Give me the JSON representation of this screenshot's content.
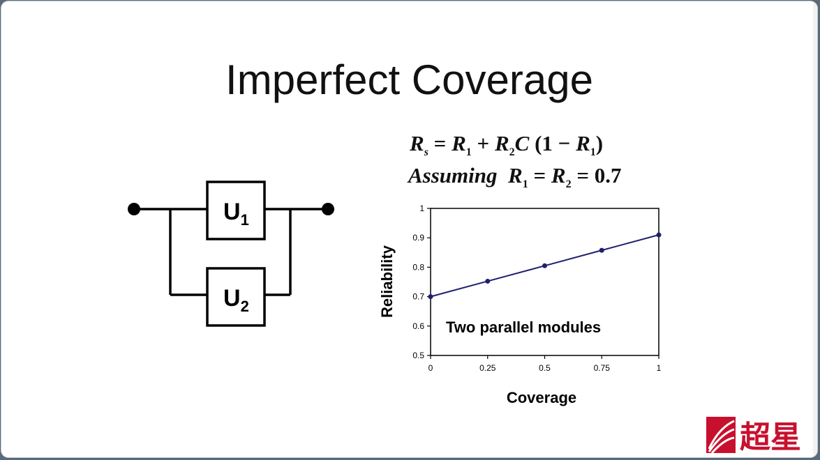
{
  "slide": {
    "title": "Imperfect Coverage"
  },
  "formula": {
    "line1": [
      "R",
      "s",
      " = ",
      "R",
      "1",
      " + ",
      "R",
      "2",
      "C",
      " (1 − ",
      "R",
      "1",
      ")"
    ],
    "line2": [
      "Assuming",
      "R",
      "1",
      " = ",
      "R",
      "2",
      " = 0.7"
    ]
  },
  "circuit": {
    "module1": "U",
    "module1_sub": "1",
    "module2": "U",
    "module2_sub": "2"
  },
  "colors": {
    "line": "#1f1f6e",
    "point": "#1f1f6e",
    "frame": "#000000"
  },
  "chart_data": {
    "type": "line",
    "x": [
      0,
      0.25,
      0.5,
      0.75,
      1
    ],
    "series": [
      {
        "values": [
          0.7,
          0.7525,
          0.805,
          0.8575,
          0.91
        ]
      }
    ],
    "xlabel": "Coverage",
    "ylabel": "Reliability",
    "xlim": [
      0,
      1
    ],
    "ylim": [
      0.5,
      1
    ],
    "xticks": [
      "0",
      "0.25",
      "0.5",
      "0.75",
      "1"
    ],
    "yticks": [
      "0.5",
      "0.6",
      "0.7",
      "0.8",
      "0.9",
      "1"
    ],
    "annotation": "Two parallel modules",
    "grid": false
  },
  "logo": {
    "text": "超星"
  }
}
